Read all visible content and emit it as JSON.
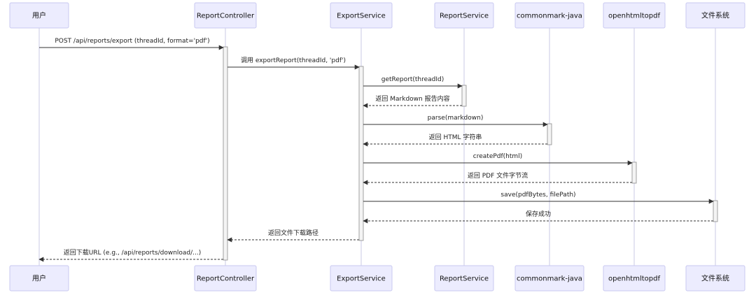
{
  "participants": [
    {
      "id": "user",
      "label": "用户"
    },
    {
      "id": "controller",
      "label": "ReportController"
    },
    {
      "id": "export",
      "label": "ExportService"
    },
    {
      "id": "report",
      "label": "ReportService"
    },
    {
      "id": "commonmark",
      "label": "commonmark-java"
    },
    {
      "id": "pdf",
      "label": "openhtmltopdf"
    },
    {
      "id": "fs",
      "label": "文件系统"
    }
  ],
  "messages": [
    {
      "from": "user",
      "to": "controller",
      "label": "POST /api/reports/export (threadId, format='pdf')",
      "type": "sync"
    },
    {
      "from": "controller",
      "to": "export",
      "label": "调用 exportReport(threadId, 'pdf')",
      "type": "sync"
    },
    {
      "from": "export",
      "to": "report",
      "label": "getReport(threadId)",
      "type": "sync"
    },
    {
      "from": "report",
      "to": "export",
      "label": "返回 Markdown 报告内容",
      "type": "reply"
    },
    {
      "from": "export",
      "to": "commonmark",
      "label": "parse(markdown)",
      "type": "sync"
    },
    {
      "from": "commonmark",
      "to": "export",
      "label": "返回 HTML 字符串",
      "type": "reply"
    },
    {
      "from": "export",
      "to": "pdf",
      "label": "createPdf(html)",
      "type": "sync"
    },
    {
      "from": "pdf",
      "to": "export",
      "label": "返回 PDF 文件字节流",
      "type": "reply"
    },
    {
      "from": "export",
      "to": "fs",
      "label": "save(pdfBytes, filePath)",
      "type": "sync"
    },
    {
      "from": "fs",
      "to": "export",
      "label": "保存成功",
      "type": "reply"
    },
    {
      "from": "export",
      "to": "controller",
      "label": "返回文件下载路径",
      "type": "reply"
    },
    {
      "from": "controller",
      "to": "user",
      "label": "返回下载URL (e.g., /api/reports/download/...)",
      "type": "reply"
    }
  ]
}
